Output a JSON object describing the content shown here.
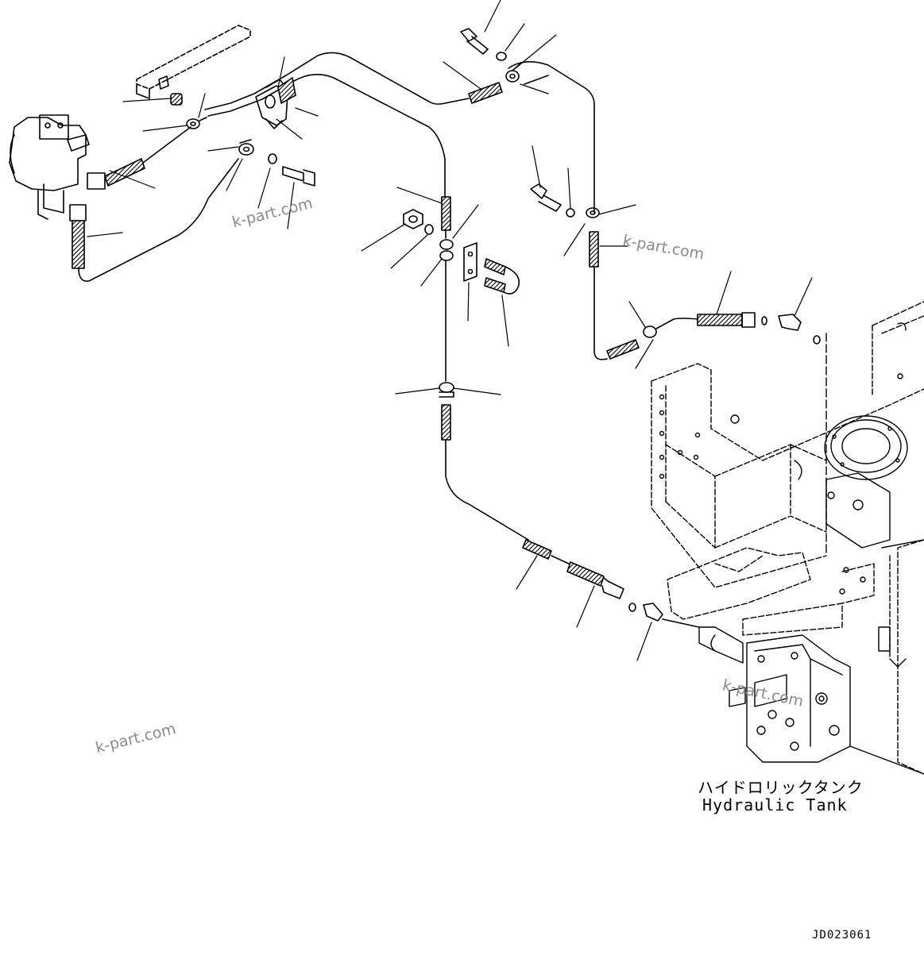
{
  "watermark": "k-part.com",
  "tank_label_jp": "ハイドロリックタンク",
  "tank_label_en": "Hydraulic Tank",
  "drawing_code": "JD023061",
  "colors": {
    "line": "#000000",
    "watermark": "#8a8a8a",
    "background": "#ffffff"
  }
}
